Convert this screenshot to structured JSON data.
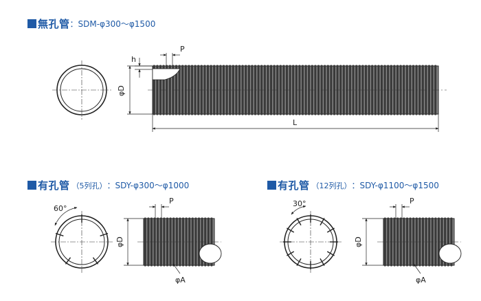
{
  "sections": [
    {
      "title": "無孔管",
      "note": "",
      "spec": "：SDM-φ300～φ1500"
    },
    {
      "title": "有孔管",
      "note": "（5列孔）",
      "spec": "：SDY-φ300～φ1000"
    },
    {
      "title": "有孔管",
      "note": "（12列孔）",
      "spec": "：SDY-φ1100～φ1500"
    }
  ],
  "labels": {
    "h": "h",
    "p1": "P",
    "d1": "φD",
    "l": "L",
    "angle2": "60°",
    "p2": "P",
    "d2": "φD",
    "a2": "φA",
    "angle3": "30°",
    "p3": "P",
    "d3": "φD",
    "a3": "φA"
  },
  "hole_rows": {
    "section2": 5,
    "section3": 12
  },
  "colors": {
    "heading": "#1f5aa6",
    "line": "#222222",
    "pipe_fill": "#8a8a8a"
  }
}
